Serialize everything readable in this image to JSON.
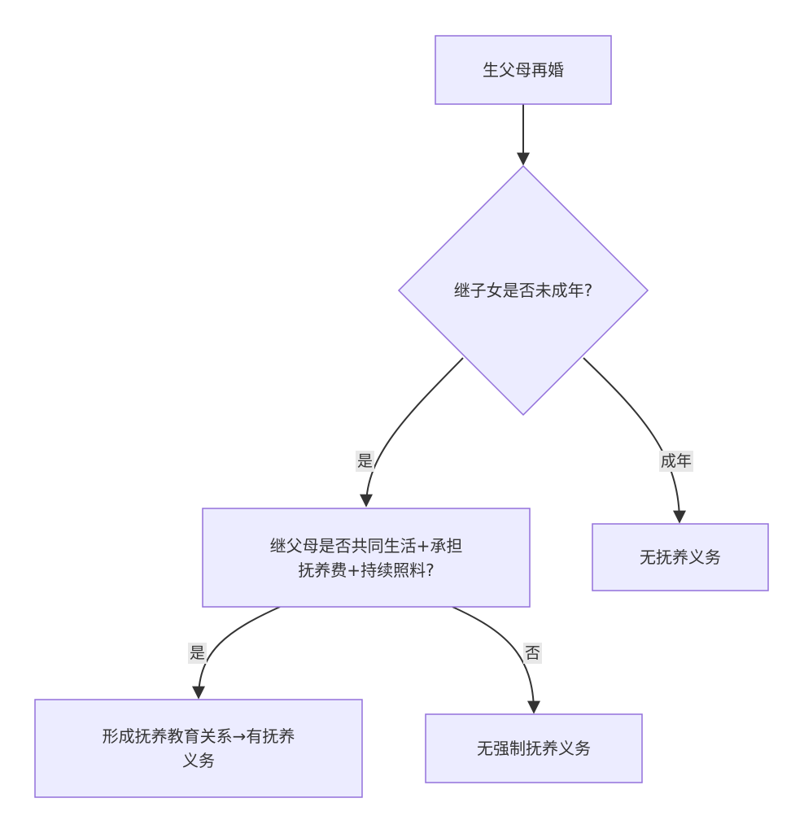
{
  "nodes": {
    "start": "生父母再婚",
    "minor_check": "继子女是否未成年?",
    "cohab_check_line1": "继父母是否共同生活+承担",
    "cohab_check_line2": "抚养费+持续照料?",
    "adult_result": "无抚养义务",
    "yes_result_line1": "形成抚养教育关系→有抚养",
    "yes_result_line2": "义务",
    "no_result": "无强制抚养义务"
  },
  "edges": {
    "minor_yes": "是",
    "minor_adult": "成年",
    "cohab_yes": "是",
    "cohab_no": "否"
  },
  "colors": {
    "node_fill": "#ececff",
    "node_stroke": "#9370db",
    "edge": "#333333",
    "edge_label_bg": "#e8e8e8"
  }
}
